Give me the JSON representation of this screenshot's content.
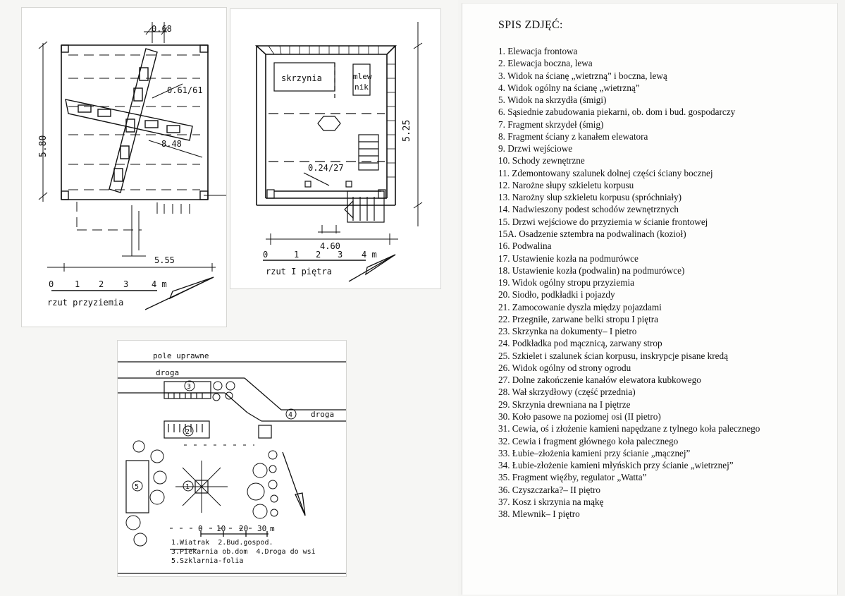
{
  "plan_ground": {
    "dim_top": "0.68",
    "dim_height": "5.80",
    "dim_diag1": "0.61/61",
    "dim_diag2": "8.48",
    "dim_width": "5.55",
    "scale": [
      "0",
      "1",
      "2",
      "3",
      "4 m"
    ],
    "caption": "rzut przyziemia"
  },
  "plan_first": {
    "room_label": "skrzynia",
    "side_label_1": "mlew",
    "side_label_2": "nik",
    "dim_post": "0.24/27",
    "dim_height": "5.25",
    "dim_width": "4.60",
    "scale": [
      "0",
      "1",
      "2",
      "3",
      "4 m"
    ],
    "caption": "rzut I piętra"
  },
  "site_plan": {
    "field_label": "pole uprawne",
    "road_label_1": "droga",
    "road_label_2": "droga",
    "markers": [
      "1",
      "2",
      "3",
      "4",
      "5"
    ],
    "scale": [
      "0",
      "10",
      "20",
      "30",
      "m"
    ],
    "legend": [
      "1.Wiatrak  2.Bud.gospod.",
      "3.Piekarnia ob.dom  4.Droga do wsi",
      "5.Szklarnia-folia"
    ],
    "colors": {
      "windmill_marker": "#2f9e3a"
    }
  },
  "photo_list": {
    "title": "SPIS ZDJĘĆ:",
    "items": [
      "1. Elewacja frontowa",
      "2. Elewacja boczna, lewa",
      "3. Widok na ścianę „wietrzną” i boczna, lewą",
      "4. Widok ogólny na ścianę „wietrzną”",
      "5. Widok na skrzydła (śmigi)",
      "6. Sąsiednie zabudowania piekarni, ob. dom i bud. gospodarczy",
      "7. Fragment skrzydeł (śmig)",
      "8. Fragment ściany z kanałem elewatora",
      "9. Drzwi wejściowe",
      "10. Schody zewnętrzne",
      "11. Zdemontowany szalunek dolnej części ściany bocznej",
      "12. Narożne słupy szkieletu korpusu",
      "13. Narożny słup szkieletu korpusu (spróchniały)",
      "14. Nadwieszony podest schodów zewnętrznych",
      "15. Drzwi wejściowe do przyziemia w ścianie frontowej",
      "15A. Osadzenie sztembra na podwalinach (kozioł)",
      "16. Podwalina",
      "17. Ustawienie kozła na podmurówce",
      "18. Ustawienie kozła (podwalin) na podmurówce)",
      "19. Widok ogólny stropu przyziemia",
      "20. Siodło, podkładki i pojazdy",
      "21. Zamocowanie dyszla między pojazdami",
      "22. Przegniłe, zarwane belki stropu I piętra",
      "23. Skrzynka na dokumenty– I pietro",
      "24. Podkładka pod mącznicą, zarwany strop",
      "25. Szkielet i szalunek ścian korpusu, inskrypcje pisane kredą",
      "26. Widok ogólny od strony ogrodu",
      "27. Dolne zakończenie kanałów elewatora kubkowego",
      "28. Wał skrzydłowy (część przednia)",
      "29. Skrzynia drewniana na I piętrze",
      "30. Koło pasowe na poziomej osi (II pietro)",
      "31. Cewia, oś i złożenie kamieni napędzane z tylnego koła palecznego",
      "32. Cewia i fragment  głównego koła palecznego",
      "33. Łubie–złożenia kamieni przy ścianie „mącznej”",
      "34. Łubie-złożenie kamieni młyńskich  przy ścianie „wietrznej”",
      "35. Fragment więźby, regulator „Watta”",
      "36. Czyszczarka?– II piętro",
      "37. Kosz i skrzynia na mąkę",
      "38. Mlewnik– I piętro"
    ]
  }
}
